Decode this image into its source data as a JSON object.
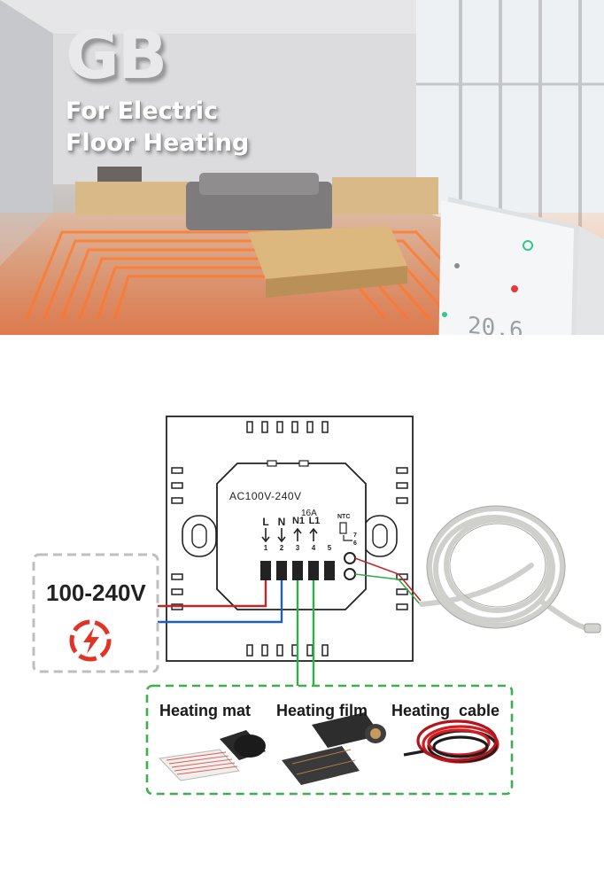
{
  "hero": {
    "brand": "GB",
    "tagline_line1": "For Electric",
    "tagline_line2": "Floor Heating"
  },
  "diagram": {
    "supply_voltage": "100-240V",
    "module_label": "AC100V-240V",
    "current_rating": "16A",
    "sensor_label": "NTC",
    "terminals": [
      {
        "symbol": "L",
        "number": "1"
      },
      {
        "symbol": "N",
        "number": "2"
      },
      {
        "symbol": "N1",
        "number": "3"
      },
      {
        "symbol": "L1",
        "number": "4"
      },
      {
        "symbol": "",
        "number": "5"
      }
    ],
    "sensor_terminals": [
      "7",
      "6"
    ],
    "wire_colors": {
      "live": "#c0262c",
      "neutral": "#1f5fbf",
      "load": "#2fae4a",
      "sensor_box": "#3fae4f"
    }
  },
  "loads": [
    {
      "label": "Heating mat",
      "icon": "heating-mat-icon"
    },
    {
      "label": "Heating film",
      "icon": "heating-film-icon"
    },
    {
      "label": "Heating  cable",
      "icon": "heating-cable-icon"
    }
  ]
}
